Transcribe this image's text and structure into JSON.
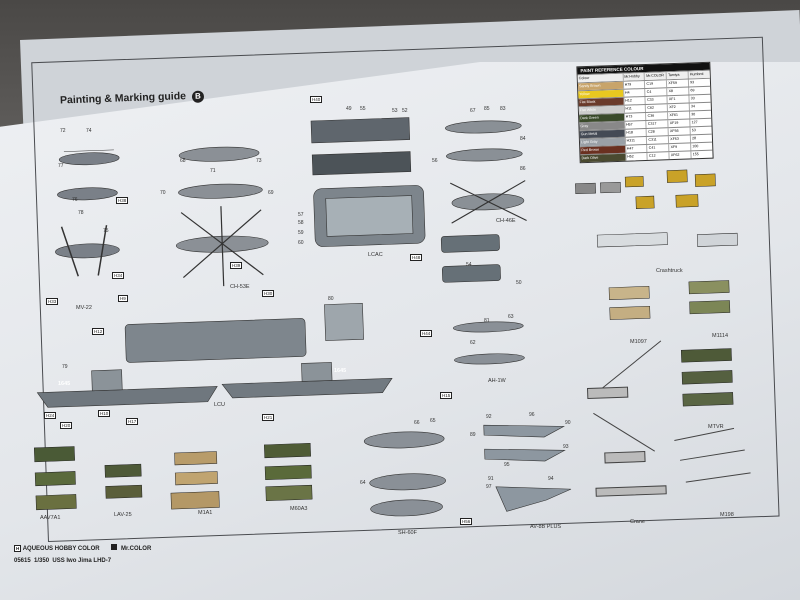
{
  "sheet": {
    "title": "Painting & Marking guide",
    "badge": "B",
    "footer_catalog": "05615",
    "footer_scale": "1/350",
    "footer_name": "USS Iwo Jima LHD-7",
    "legend_h": "H",
    "legend_h_text": "AQUEOUS HOBBY COLOR",
    "legend_m_text": "Mr.COLOR"
  },
  "paint_table": {
    "title": "PAINT REFERENCE COLOUR",
    "headers": [
      "Colour",
      "Mr.Hobby",
      "Mr.COLOR",
      "Tamiya",
      "Humbrol"
    ],
    "rows": [
      {
        "name": "Sandy Brown",
        "swatch": "#c8a46a",
        "vals": [
          "H79",
          "C19",
          "XF59",
          "93"
        ]
      },
      {
        "name": "Yellow",
        "swatch": "#e8c820",
        "vals": [
          "H4",
          "C4",
          "X8",
          "69"
        ]
      },
      {
        "name": "Flat Black",
        "swatch": "#6a3a2a",
        "vals": [
          "H12",
          "C33",
          "XF1",
          "33"
        ]
      },
      {
        "name": "Flat White",
        "swatch": "#cccccc",
        "vals": [
          "H11",
          "C62",
          "XF2",
          "34"
        ]
      },
      {
        "name": "Dark Green",
        "swatch": "#3a4a2a",
        "vals": [
          "H73",
          "C36",
          "XF61",
          "30"
        ]
      },
      {
        "name": "Gray",
        "swatch": "#888888",
        "vals": [
          "H57",
          "C317",
          "XF19",
          "127"
        ]
      },
      {
        "name": "Gun Metal",
        "swatch": "#444a55",
        "vals": [
          "H18",
          "C28",
          "XF56",
          "53"
        ]
      },
      {
        "name": "Light Gray",
        "swatch": "#9aa0a6",
        "vals": [
          "H311",
          "C311",
          "XF53",
          "28"
        ]
      },
      {
        "name": "Red Brown",
        "swatch": "#6a3020",
        "vals": [
          "H47",
          "C41",
          "XF9",
          "100"
        ]
      },
      {
        "name": "Dark Olive",
        "swatch": "#4a4a30",
        "vals": [
          "H52",
          "C12",
          "XF62",
          "155"
        ]
      }
    ]
  },
  "labels": {
    "mv22": "MV-22",
    "ch53e": "CH-53E",
    "lcac": "LCAC",
    "ch46e": "CH-46E",
    "crashtruck": "Crashtruck",
    "lcu": "LCU",
    "m1097": "M1097",
    "m1114": "M1114",
    "ah1w": "AH-1W",
    "mtvr": "MTVR",
    "aav7a1": "AAV7A1",
    "lav25": "LAV-25",
    "m1a1": "M1A1",
    "m60a3": "M60A3",
    "sh60f": "SH-60F",
    "av8b": "AV-8B PLUS",
    "crane": "Crane",
    "m198": "M198",
    "hull1": "1645",
    "hull2": "1645"
  },
  "part_numbers": [
    "72",
    "74",
    "77",
    "76",
    "78",
    "75",
    "68",
    "71",
    "73",
    "69",
    "70",
    "49",
    "55",
    "53",
    "52",
    "56",
    "57",
    "58",
    "59",
    "60",
    "67",
    "85",
    "83",
    "84",
    "86",
    "54",
    "50",
    "79",
    "80",
    "81",
    "63",
    "66",
    "65",
    "92",
    "93",
    "90",
    "89",
    "91",
    "94",
    "95",
    "96",
    "97",
    "64",
    "62"
  ],
  "codes": [
    "38",
    "34",
    "33",
    "39",
    "40",
    "48",
    "9",
    "30",
    "12",
    "10",
    "17",
    "24",
    "20",
    "21",
    "44",
    "15",
    "56"
  ]
}
